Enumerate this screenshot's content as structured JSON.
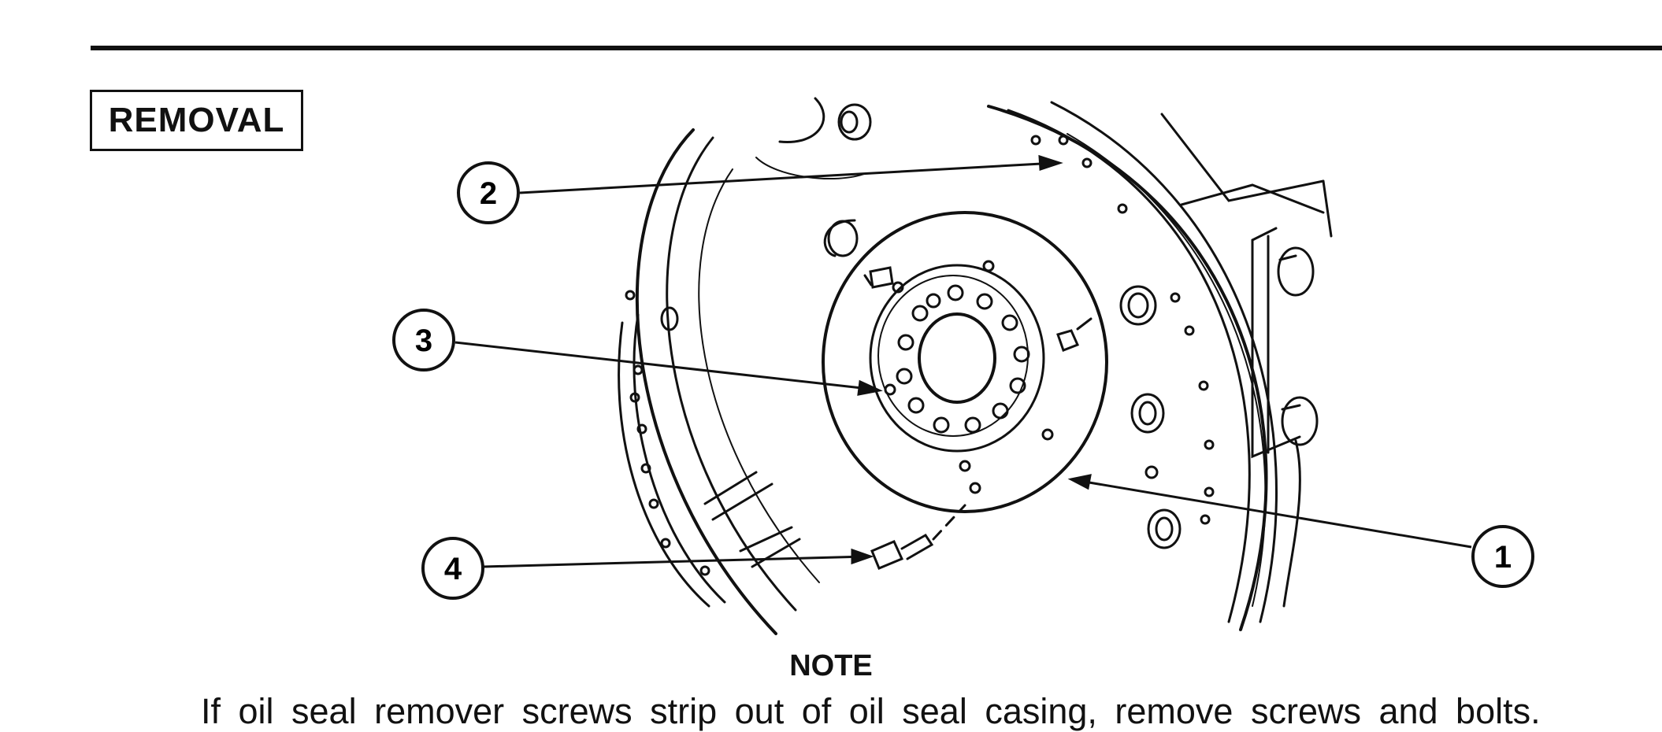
{
  "section": {
    "heading": "REMOVAL"
  },
  "figure": {
    "callouts": [
      {
        "number": "2"
      },
      {
        "number": "3"
      },
      {
        "number": "4"
      },
      {
        "number": "1"
      }
    ]
  },
  "note": {
    "heading": "NOTE",
    "text": "If oil seal remover screws strip out of oil seal casing, remove screws and bolts."
  }
}
